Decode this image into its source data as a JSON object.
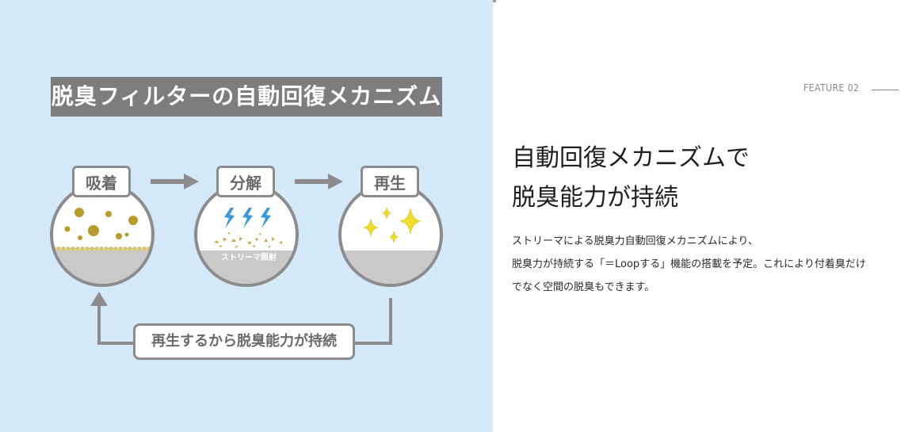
{
  "diagram": {
    "title": "脱臭フィルターの自動回復メカニズム",
    "stages": [
      {
        "label": "吸着"
      },
      {
        "label": "分解",
        "caption": "ストリーマ照射"
      },
      {
        "label": "再生"
      }
    ],
    "cycle_label": "再生するから脱臭能力が持続",
    "colors": {
      "panel_background": "#d3e9f7",
      "banner": "#7d7d7d",
      "outline": "#8c8c8c",
      "odor_particle": "#b99a2c",
      "streamer_lightning": "#3a9ad9",
      "sparkle": "#f0dc2a"
    }
  },
  "feature": {
    "tag": "FEATURE 02",
    "headline_line1": "自動回復メカニズムで",
    "headline_line2": "脱臭能力が持続",
    "body_line1": "ストリーマによる脱臭力自動回復メカニズムにより、",
    "body_line2": "脱臭力が持続する「＝Loopする」機能の搭載を予定。これにより付着臭だけ",
    "body_line3": "でなく空間の脱臭もできます。"
  }
}
